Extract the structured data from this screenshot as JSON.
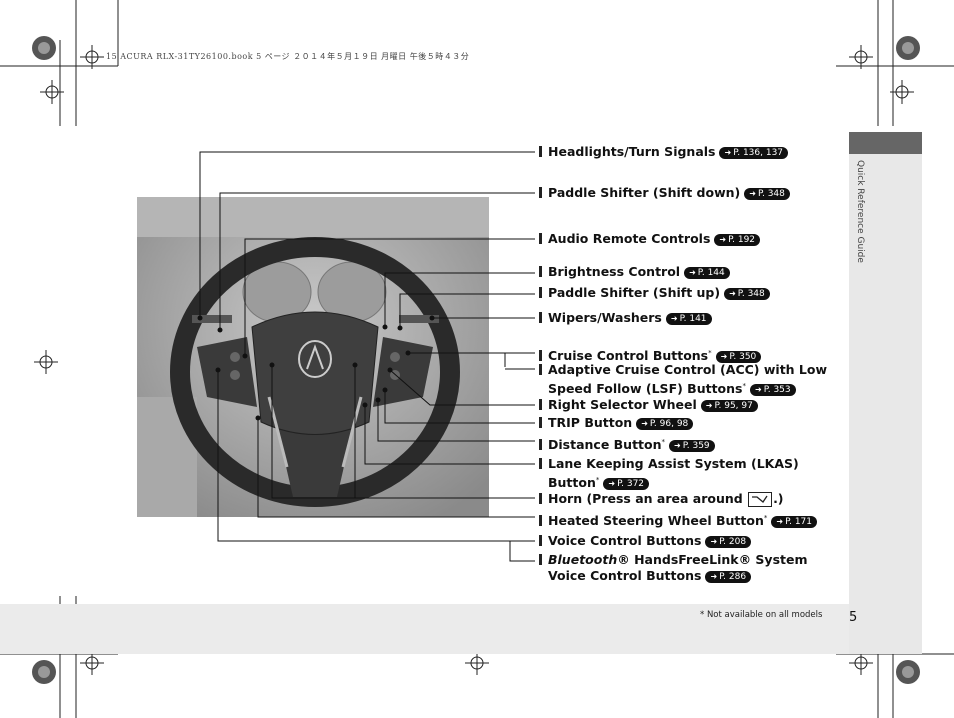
{
  "header_line": "15 ACURA RLX-31TY26100.book  5 ページ  ２０１４年５月１９日  月曜日  午後５時４３分",
  "sidebar_title": "Quick Reference Guide",
  "page_number": "5",
  "footnote": "* Not available on all models",
  "ref_prefix": "P.",
  "callouts": [
    {
      "label": "Headlights/Turn Signals",
      "ref": "136, 137"
    },
    {
      "label": "Paddle Shifter (Shift down)",
      "ref": "348"
    },
    {
      "label": "Audio Remote Controls",
      "ref": "192"
    },
    {
      "label": "Brightness Control",
      "ref": "144"
    },
    {
      "label": "Paddle Shifter (Shift up)",
      "ref": "348"
    },
    {
      "label": "Wipers/Washers",
      "ref": "141"
    },
    {
      "label": "Cruise Control Buttons",
      "mark": "*",
      "ref": "350"
    },
    {
      "label": "Adaptive Cruise Control (ACC) with Low",
      "label2": "Speed Follow (LSF) Buttons",
      "mark": "*",
      "ref": "353"
    },
    {
      "label": "Right Selector Wheel",
      "ref": "95, 97"
    },
    {
      "label": "TRIP Button",
      "ref": "96, 98"
    },
    {
      "label": "Distance Button",
      "mark": "*",
      "ref": "359"
    },
    {
      "label": "Lane Keeping Assist System (LKAS)",
      "label2": "Button",
      "mark": "*",
      "ref": "372"
    },
    {
      "label": "Horn (Press an area around",
      "label_end": ".)"
    },
    {
      "label": "Heated Steering Wheel Button",
      "mark": "*",
      "ref": "171"
    },
    {
      "label": "Voice Control Buttons",
      "ref": "208"
    },
    {
      "label_italic": "Bluetooth",
      "label": "® HandsFreeLink® System",
      "label2": "Voice Control Buttons",
      "ref": "286"
    }
  ]
}
